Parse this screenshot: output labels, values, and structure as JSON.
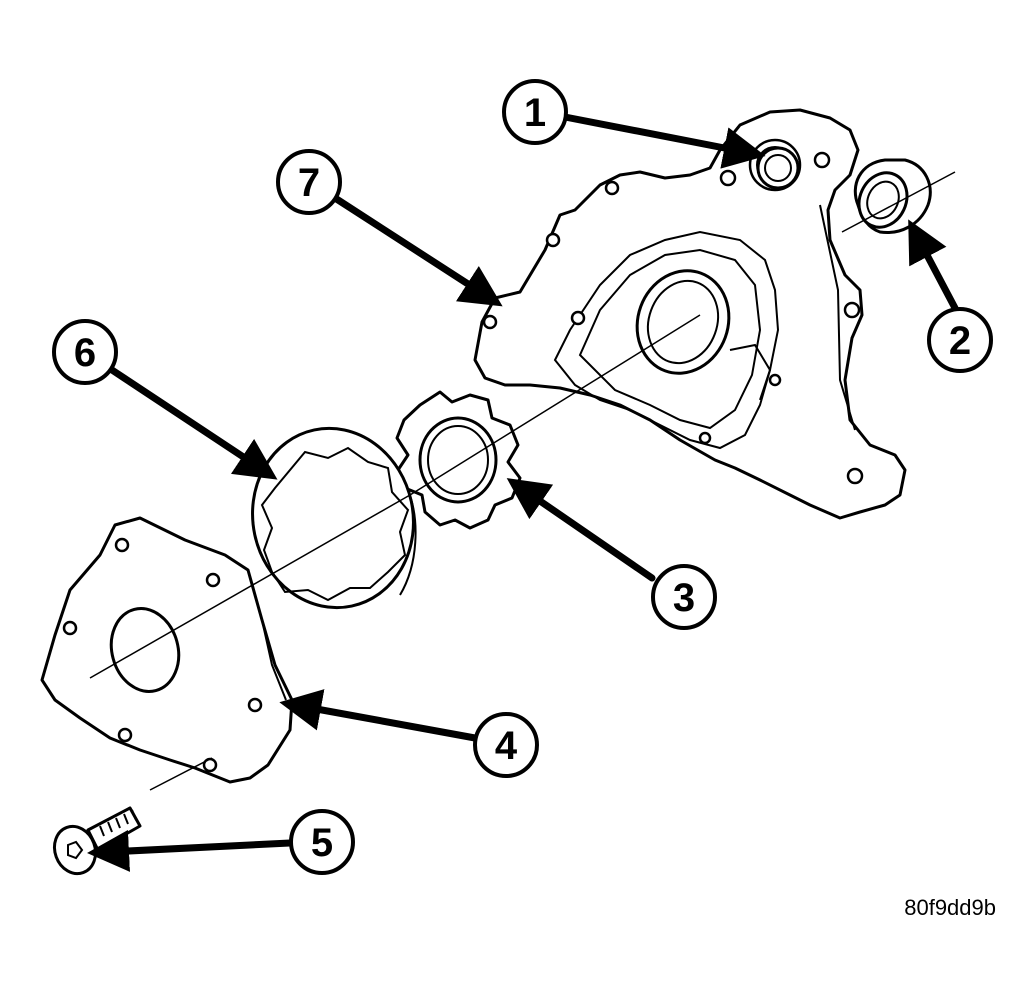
{
  "figure_id": "80f9dd9b",
  "callouts": [
    {
      "id": "1",
      "label": "1"
    },
    {
      "id": "2",
      "label": "2"
    },
    {
      "id": "3",
      "label": "3"
    },
    {
      "id": "4",
      "label": "4"
    },
    {
      "id": "5",
      "label": "5"
    },
    {
      "id": "6",
      "label": "6"
    },
    {
      "id": "7",
      "label": "7"
    }
  ],
  "colors": {
    "line": "#000000",
    "background": "#ffffff"
  }
}
